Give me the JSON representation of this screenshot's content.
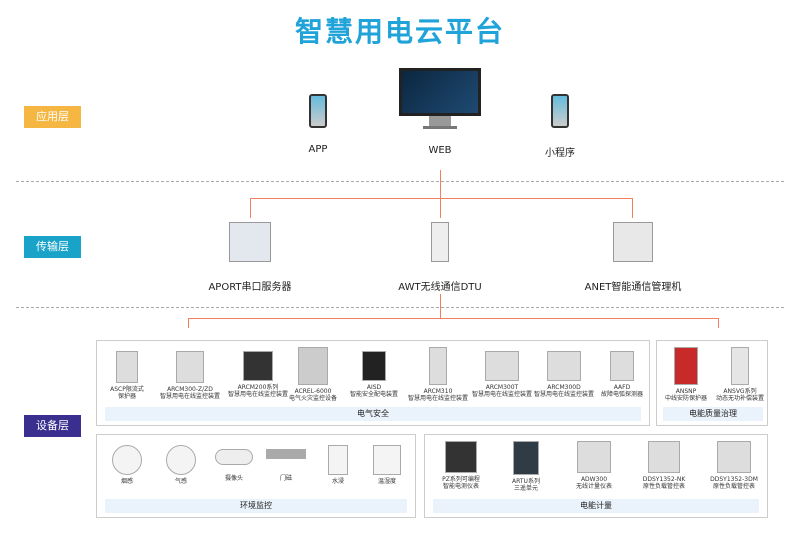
{
  "title": "智慧用电云平台",
  "layers": {
    "app": "应用层",
    "transport": "传输层",
    "device": "设备层"
  },
  "colors": {
    "app": "#f5b642",
    "transport": "#1aa3c8",
    "device": "#3a2f8f",
    "accent": "#1fa3d8",
    "connector": "#f08060"
  },
  "clients": [
    {
      "label": "APP"
    },
    {
      "label": "WEB"
    },
    {
      "label": "小程序"
    }
  ],
  "gateways": [
    {
      "label": "APORT串口服务器"
    },
    {
      "label": "AWT无线通信DTU"
    },
    {
      "label": "ANET智能通信管理机"
    }
  ],
  "electrical": {
    "title": "电气安全",
    "devices": [
      {
        "name": "ASCP限流式",
        "desc": "保护器"
      },
      {
        "name": "ARCM300-Z/ZD",
        "desc": "智慧用电在线监控装置"
      },
      {
        "name": "ARCM200系列",
        "desc": "智慧用电在线监控装置"
      },
      {
        "name": "ACREL-6000",
        "desc": "电气火灾监控设备"
      },
      {
        "name": "AISD",
        "desc": "智能安全配电装置"
      },
      {
        "name": "ARCM310",
        "desc": "智慧用电在线监控装置"
      },
      {
        "name": "ARCM300T",
        "desc": "智慧用电在线监控装置"
      },
      {
        "name": "ARCM300D",
        "desc": "智慧用电在线监控装置"
      },
      {
        "name": "AAFD",
        "desc": "故障电弧探测器"
      }
    ]
  },
  "power_quality": {
    "title": "电能质量治理",
    "devices": [
      {
        "name": "ANSNP",
        "desc": "中线安防保护器"
      },
      {
        "name": "ANSVG系列",
        "desc": "动态无功补偿装置"
      }
    ]
  },
  "environment": {
    "title": "环境监控",
    "devices": [
      {
        "name": "烟感"
      },
      {
        "name": "气感"
      },
      {
        "name": "摄像头"
      },
      {
        "name": "门磁"
      },
      {
        "name": "水浸"
      },
      {
        "name": "温湿度"
      }
    ]
  },
  "metering": {
    "title": "电能计量",
    "devices": [
      {
        "name": "PZ系列可编程",
        "desc": "智能电测仪表"
      },
      {
        "name": "ARTU系列",
        "desc": "三遥单元"
      },
      {
        "name": "ADW300",
        "desc": "无线计量仪表"
      },
      {
        "name": "DDSY1352-NK",
        "desc": "原性负载管控表"
      },
      {
        "name": "DDSY1352-3DM",
        "desc": "原性负载管控表"
      }
    ]
  }
}
